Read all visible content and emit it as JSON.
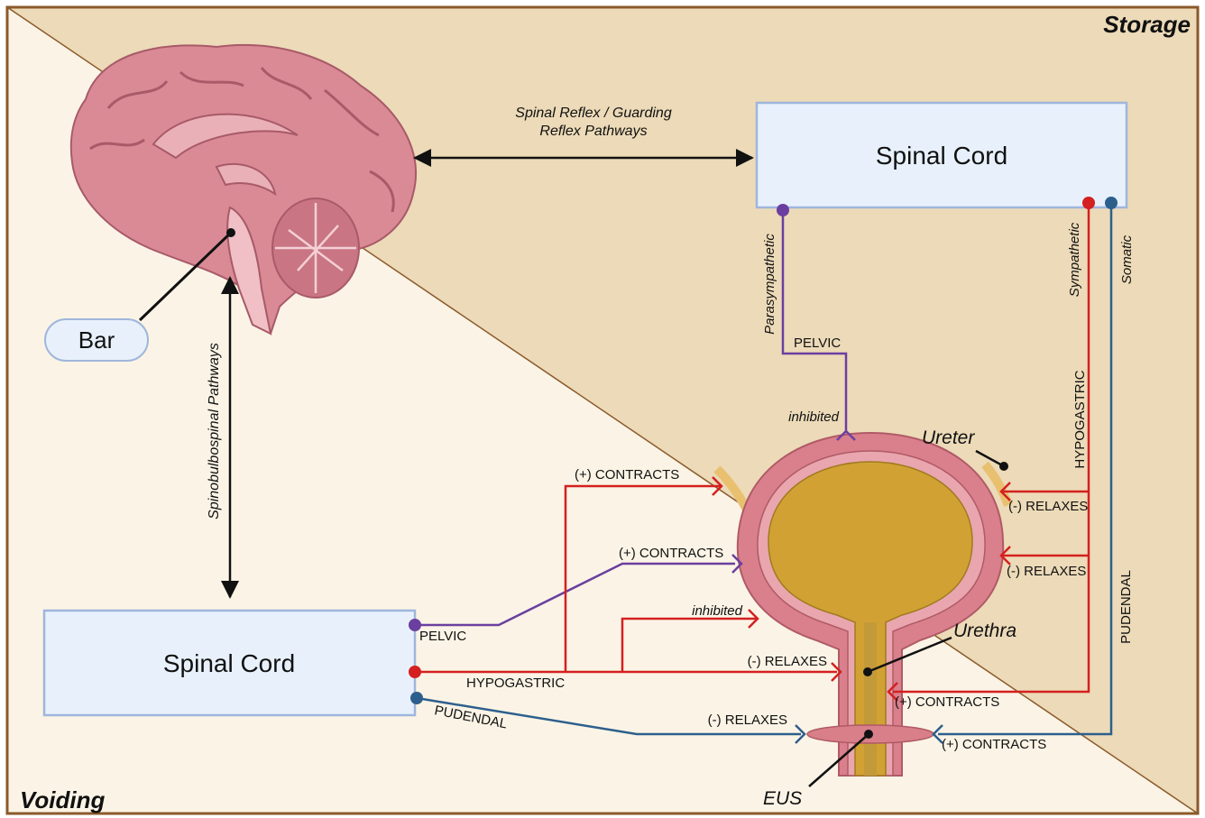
{
  "corners": {
    "storage": "Storage",
    "voiding": "Voiding"
  },
  "brain_label": "Bar",
  "spinal_reflex": {
    "line1": "Spinal Reflex / Guarding",
    "line2": "Reflex Pathways"
  },
  "spinobulbospinal": "Spinobulbospinal Pathways",
  "spinal_cord_top": "Spinal Cord",
  "spinal_cord_bottom": "Spinal Cord",
  "storage_side": {
    "parasympathetic": "Parasympathetic",
    "sympathetic": "Sympathetic",
    "somatic": "Somatic",
    "pelvic": "PELVIC",
    "inhibited": "inhibited",
    "hypogastric": "HYPOGASTRIC",
    "pudendal": "PUDENDAL",
    "relaxes_1": "(-) RELAXES",
    "relaxes_2": "(-) RELAXES",
    "contracts_urethra": "(+) CONTRACTS",
    "contracts_eus": "(+) CONTRACTS"
  },
  "voiding_side": {
    "pelvic": "PELVIC",
    "hypogastric": "HYPOGASTRIC",
    "pudendal": "PUDENDAL",
    "contracts_top": "(+) CONTRACTS",
    "contracts_pelvic": "(+) CONTRACTS",
    "inhibited": "inhibited",
    "relaxes_urethra": "(-) RELAXES",
    "relaxes_eus": "(-) RELAXES"
  },
  "anatomy": {
    "ureter": "Ureter",
    "urethra": "Urethra",
    "eus": "EUS"
  },
  "colors": {
    "storage_bg": "#ecdab8",
    "voiding_bg": "#fbf4e6",
    "border": "#8b5a2b",
    "box_fill": "#e8f1fb",
    "box_stroke": "#9fb6dc",
    "parasympathetic": "#6b3fa0",
    "sympathetic": "#d42020",
    "somatic": "#2d5f8c"
  }
}
